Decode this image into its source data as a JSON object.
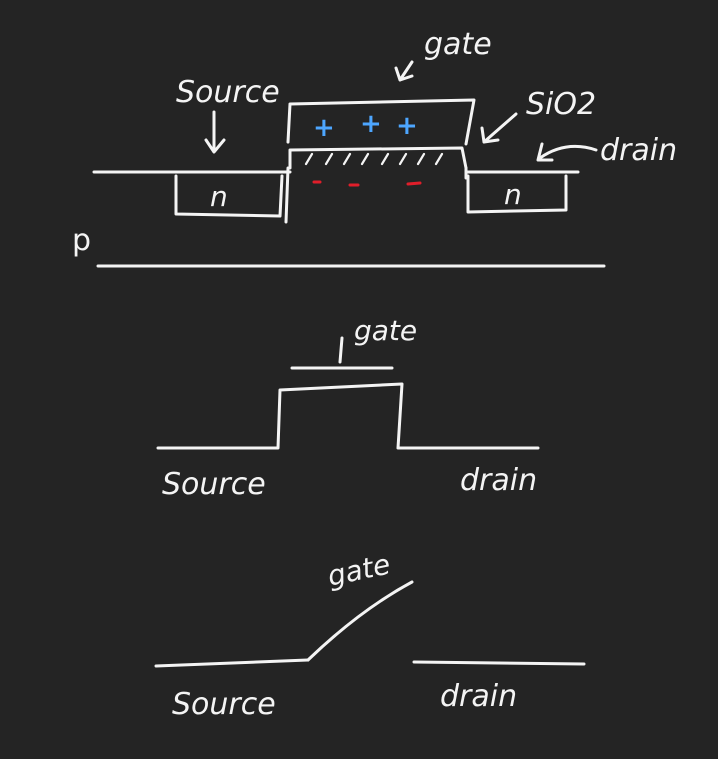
{
  "colors": {
    "background": "#242424",
    "ink": "#f4f4f4",
    "positive_charge": "#4da6ff",
    "negative_charge": "#e01e2a"
  },
  "diagram1": {
    "gate_label": "gate",
    "oxide_label": "SiO2",
    "source_label": "Source",
    "drain_label": "drain",
    "source_region_label": "n",
    "drain_region_label": "n",
    "substrate_label": "p",
    "positive_charges": [
      "+",
      "+",
      "+"
    ]
  },
  "diagram2": {
    "gate_label": "gate",
    "source_label": "Source",
    "drain_label": "drain"
  },
  "diagram3": {
    "gate_label": "gate",
    "source_label": "Source",
    "drain_label": "drain"
  }
}
